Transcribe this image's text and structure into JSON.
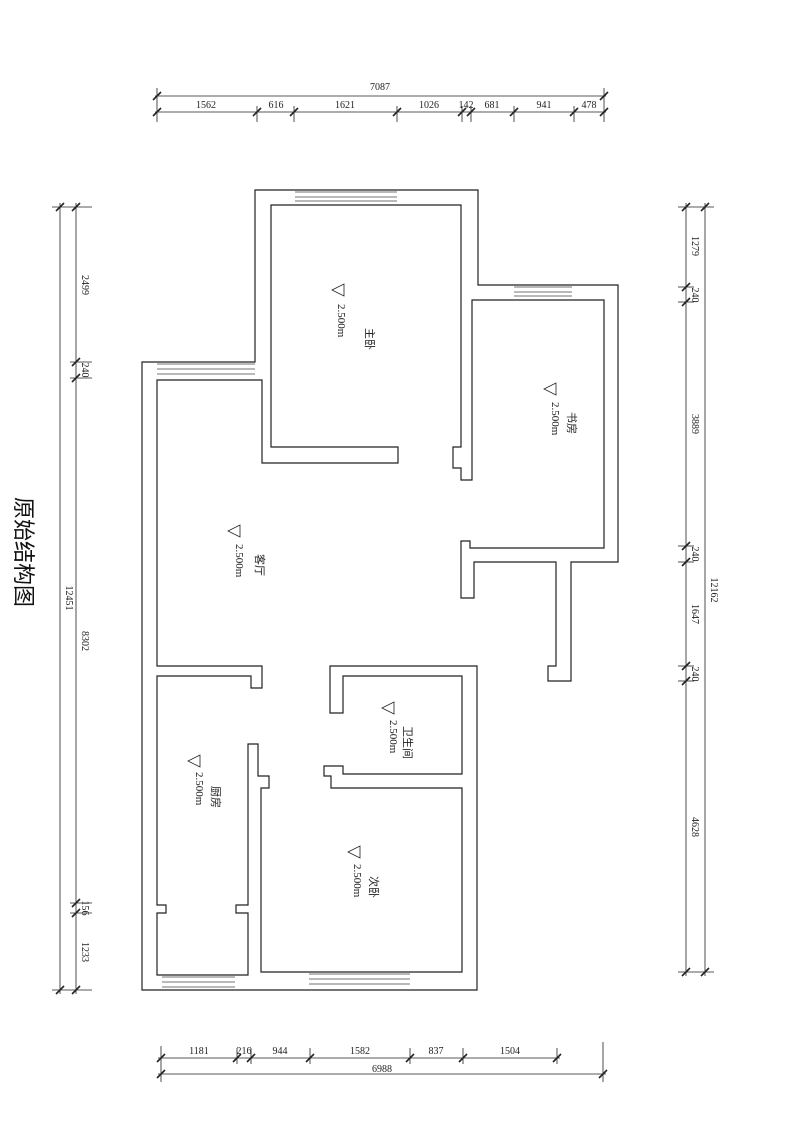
{
  "title": "原始结构图",
  "ceiling_height": "2.500m",
  "rooms": [
    {
      "name": "主卧"
    },
    {
      "name": "书房"
    },
    {
      "name": "客厅"
    },
    {
      "name": "卫生间"
    },
    {
      "name": "厨房"
    },
    {
      "name": "次卧"
    }
  ],
  "dimensions": {
    "top_total": "7087",
    "top_segments": [
      "1562",
      "616",
      "1621",
      "1026",
      "142",
      "681",
      "941",
      "478"
    ],
    "bottom_segments": [
      "1181",
      "216",
      "944",
      "1582",
      "837",
      "1504"
    ],
    "bottom_total": "6988",
    "left_total": "12451",
    "left_segments": [
      "2499",
      "240",
      "8302",
      "156",
      "1233"
    ],
    "right_total": "12162",
    "right_segments": [
      "1279",
      "240",
      "3889",
      "240",
      "1647",
      "240",
      "4628"
    ]
  }
}
